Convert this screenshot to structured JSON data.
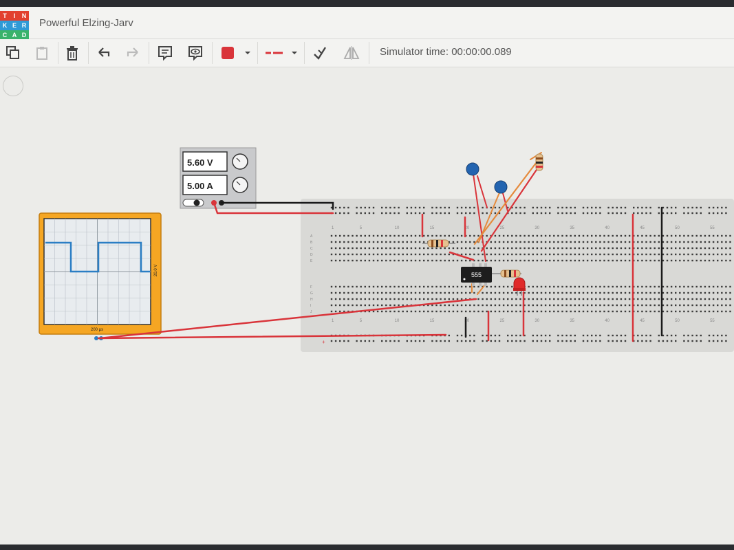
{
  "app": {
    "logo_letters": [
      "T",
      "I",
      "N",
      "K",
      "E",
      "R",
      "C",
      "A",
      "D"
    ],
    "logo_colors": [
      "#e2412f",
      "#e2412f",
      "#e2412f",
      "#2f9ad6",
      "#2f9ad6",
      "#2f9ad6",
      "#39b26b",
      "#39b26b",
      "#39b26b"
    ],
    "project_title": "Powerful Elzing-Jarv"
  },
  "toolbar": {
    "tools": [
      "copy-icon",
      "paste-icon",
      "trash-icon",
      "undo-icon",
      "redo-icon",
      "note-icon",
      "eye-icon",
      "color-icon",
      "line-style-icon",
      "flip-icon",
      "mirror-icon"
    ],
    "wire_color": "#d9343a",
    "sim_time_label": "Simulator time: 00:00:00.089"
  },
  "power_supply": {
    "voltage": "5.60 V",
    "current": "5.00 A"
  },
  "oscilloscope": {
    "time_label": "200 µs",
    "volt_label": "20.0 V",
    "trace_color": "#2b7ec4",
    "frame_color": "#f5a623"
  },
  "breadboard": {
    "row_letters": [
      "A",
      "B",
      "C",
      "D",
      "E",
      "F",
      "G",
      "H",
      "I",
      "J"
    ],
    "column_numbers": [
      "1",
      "5",
      "10",
      "15",
      "20",
      "25",
      "30",
      "35",
      "40",
      "45",
      "50",
      "55"
    ],
    "chip_label": "555"
  },
  "colors": {
    "wire_red": "#d9343a",
    "wire_black": "#1a1a1a",
    "wire_orange": "#e58a3c",
    "capacitor_blue": "#2364b0",
    "led_red": "#e02a2a"
  }
}
